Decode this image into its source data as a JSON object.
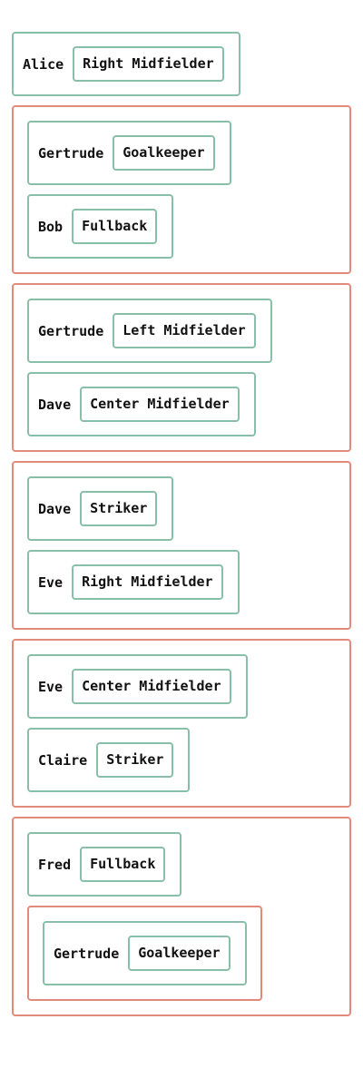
{
  "colors": {
    "player_border": "#89bfa8",
    "team_border": "#e28b7a"
  },
  "single": {
    "name": "Alice",
    "position": "Right Midfielder"
  },
  "teams": [
    {
      "players": [
        {
          "name": "Gertrude",
          "position": "Goalkeeper"
        },
        {
          "name": "Bob",
          "position": "Fullback"
        }
      ]
    },
    {
      "players": [
        {
          "name": "Gertrude",
          "position": "Left Midfielder"
        },
        {
          "name": "Dave",
          "position": "Center Midfielder"
        }
      ]
    },
    {
      "players": [
        {
          "name": "Dave",
          "position": "Striker"
        },
        {
          "name": "Eve",
          "position": "Right Midfielder"
        }
      ]
    },
    {
      "players": [
        {
          "name": "Eve",
          "position": "Center Midfielder"
        },
        {
          "name": "Claire",
          "position": "Striker"
        }
      ]
    },
    {
      "players": [
        {
          "name": "Fred",
          "position": "Fullback"
        }
      ],
      "subteam": {
        "players": [
          {
            "name": "Gertrude",
            "position": "Goalkeeper"
          }
        ]
      }
    }
  ]
}
